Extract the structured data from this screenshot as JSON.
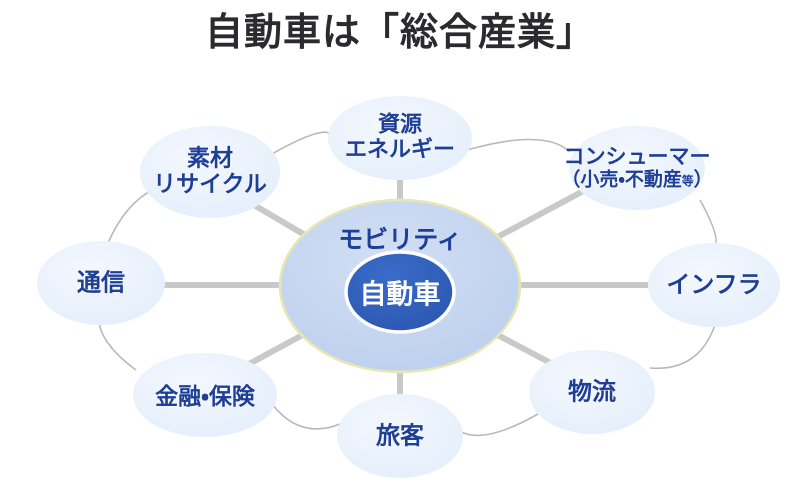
{
  "title": "自動車は「総合産業」",
  "center": {
    "outer_label": "モビリティ",
    "inner_label": "自動車"
  },
  "nodes": [
    {
      "name": "node-resources-energy",
      "line1": "資源",
      "line2": "エネルギー",
      "two_line": true
    },
    {
      "name": "node-consumer",
      "line1": "コンシューマー",
      "line2": "（小売・不動産等）",
      "two_line": true
    },
    {
      "name": "node-infrastructure",
      "line1": "インフラ",
      "line2": "",
      "two_line": false
    },
    {
      "name": "node-logistics",
      "line1": "物流",
      "line2": "",
      "two_line": false
    },
    {
      "name": "node-passenger",
      "line1": "旅客",
      "line2": "",
      "two_line": false
    },
    {
      "name": "node-finance-insurance",
      "line1": "金融・保険",
      "line2": "",
      "two_line": false
    },
    {
      "name": "node-telecom",
      "line1": "通信",
      "line2": "",
      "two_line": false
    },
    {
      "name": "node-materials-recycle",
      "line1": "素材",
      "line2": "リサイクル",
      "two_line": true
    }
  ],
  "colors": {
    "title_text": "#2b2b2f",
    "label_text": "#1f3f96",
    "node_fill": "#e9f1fb",
    "center_outer_fill": "#c3d3ef",
    "center_outer_stroke": "#e6e6b4",
    "center_inner_fill": "#2e5cb8",
    "center_inner_stroke": "#ffffff",
    "spoke": "#c8c8c8",
    "ring_arc": "#b8b8b8",
    "background": "#ffffff"
  }
}
